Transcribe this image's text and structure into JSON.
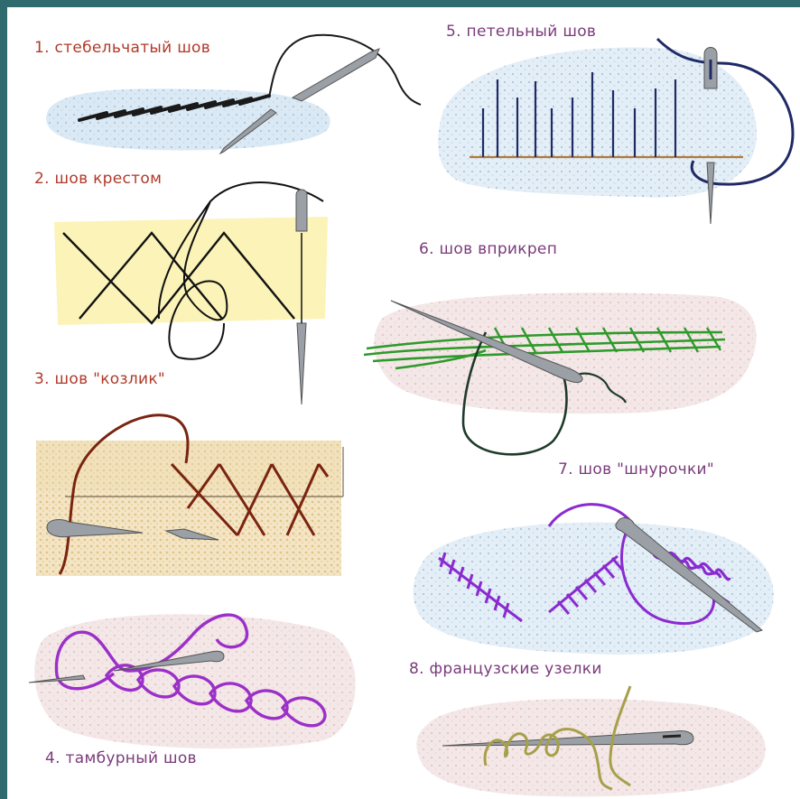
{
  "labels": {
    "s1": "1. стебельчатый шов",
    "s2": "2. шов крестом",
    "s3": "3. шов \"козлик\"",
    "s4": "4. тамбурный шов",
    "s5": "5. петельный шов",
    "s6": "6. шов вприкреп",
    "s7": "7. шов \"шнурочки\"",
    "s8": "8. французские узелки"
  },
  "colors": {
    "label_red": "#b03a2a",
    "label_purple": "#7a3b7a",
    "stem": "#1a1a1a",
    "cross": "#111111",
    "goat": "#7a2410",
    "chain": "#9b30c8",
    "buttonhole": "#1f2a66",
    "couching": "#2e9a2a",
    "lace": "#8a2bd0",
    "knots": "#a6a04a"
  }
}
